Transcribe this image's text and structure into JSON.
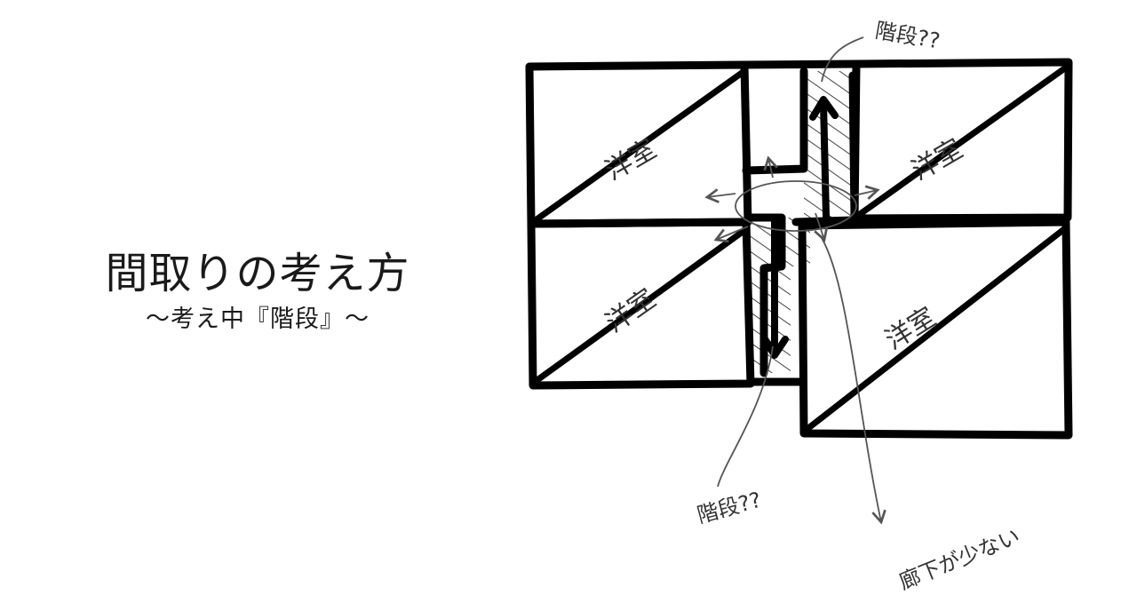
{
  "title": "間取りの考え方",
  "subtitle": "～考え中『階段』～",
  "floor_plan": {
    "room_labels": [
      "洋室",
      "洋室",
      "洋室",
      "洋室"
    ],
    "annotations": {
      "stairs_top": "階段??",
      "stairs_bottom": "階段??",
      "hallway": "廊下が少ない"
    }
  }
}
